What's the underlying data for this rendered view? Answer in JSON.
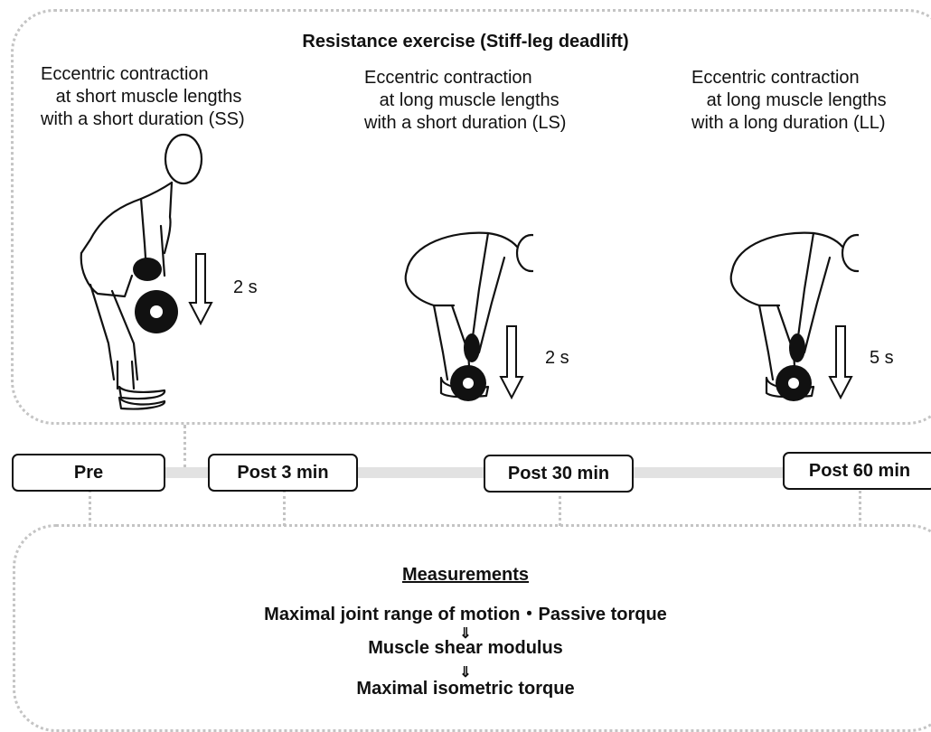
{
  "title": "Resistance exercise (Stiff-leg deadlift)",
  "conditions": [
    {
      "text": "Eccentric contraction\n   at short muscle lengths\nwith a short duration (SS)",
      "duration": "2 s"
    },
    {
      "text": "Eccentric contraction\n   at long muscle lengths\nwith a short duration (LS)",
      "duration": "2 s"
    },
    {
      "text": "Eccentric contraction\n   at long muscle lengths\nwith a long duration (LL)",
      "duration": "5 s"
    }
  ],
  "timepoints": [
    "Pre",
    "Post 3 min",
    "Post 30 min",
    "Post 60 min"
  ],
  "measurements": {
    "title": "Measurements",
    "line1": "Maximal joint range of motion・Passive torque",
    "arrow1": "⇓",
    "line2": "Muscle shear modulus",
    "arrow2": "⇓",
    "line3": "Maximal isometric torque"
  },
  "icons": [
    "standing-deadlift-figure-icon",
    "bent-over-deadlift-figure-icon",
    "down-arrow-icon",
    "weight-plate-icon"
  ]
}
